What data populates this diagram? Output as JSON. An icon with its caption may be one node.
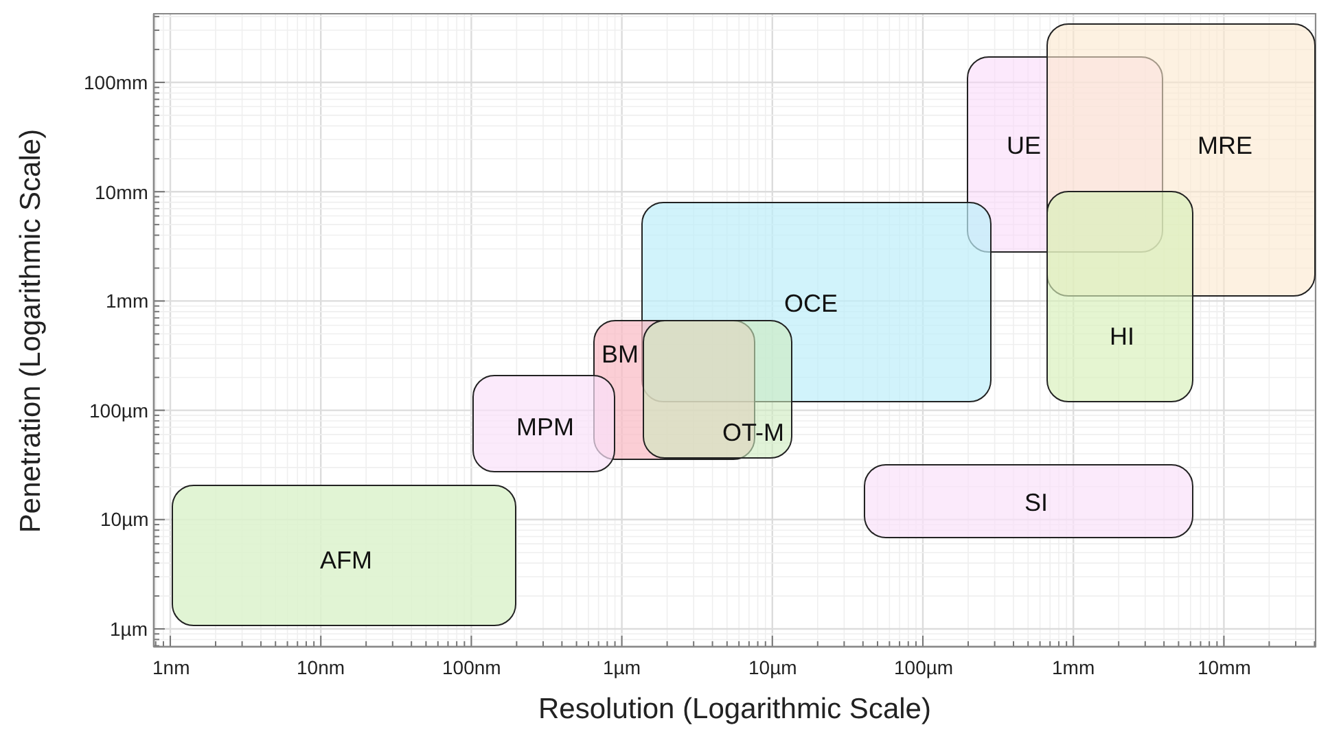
{
  "diagram": {
    "nodes": [
      {
        "text": [
          "UE"
        ]
      },
      {
        "text": [
          "MRE"
        ]
      },
      {
        "text": [
          "OCE"
        ]
      },
      {
        "text": [
          "HI"
        ]
      },
      {
        "text": [
          "BM"
        ]
      },
      {
        "text": [
          "OT-M"
        ]
      },
      {
        "text": [
          "MPM"
        ]
      },
      {
        "text": [
          "SI"
        ]
      },
      {
        "text": [
          "AFM"
        ]
      }
    ],
    "labels": [
      "100mm",
      "10mm",
      "1mm",
      "100µm",
      "10µm",
      "1µm",
      "Penetration (Logarithmic Scale)",
      "1nm",
      "10nm",
      "100nm",
      "1µm",
      "10µm",
      "100µm",
      "1mm",
      "10mm",
      "Resolution (Logarithmic Scale)"
    ]
  }
}
